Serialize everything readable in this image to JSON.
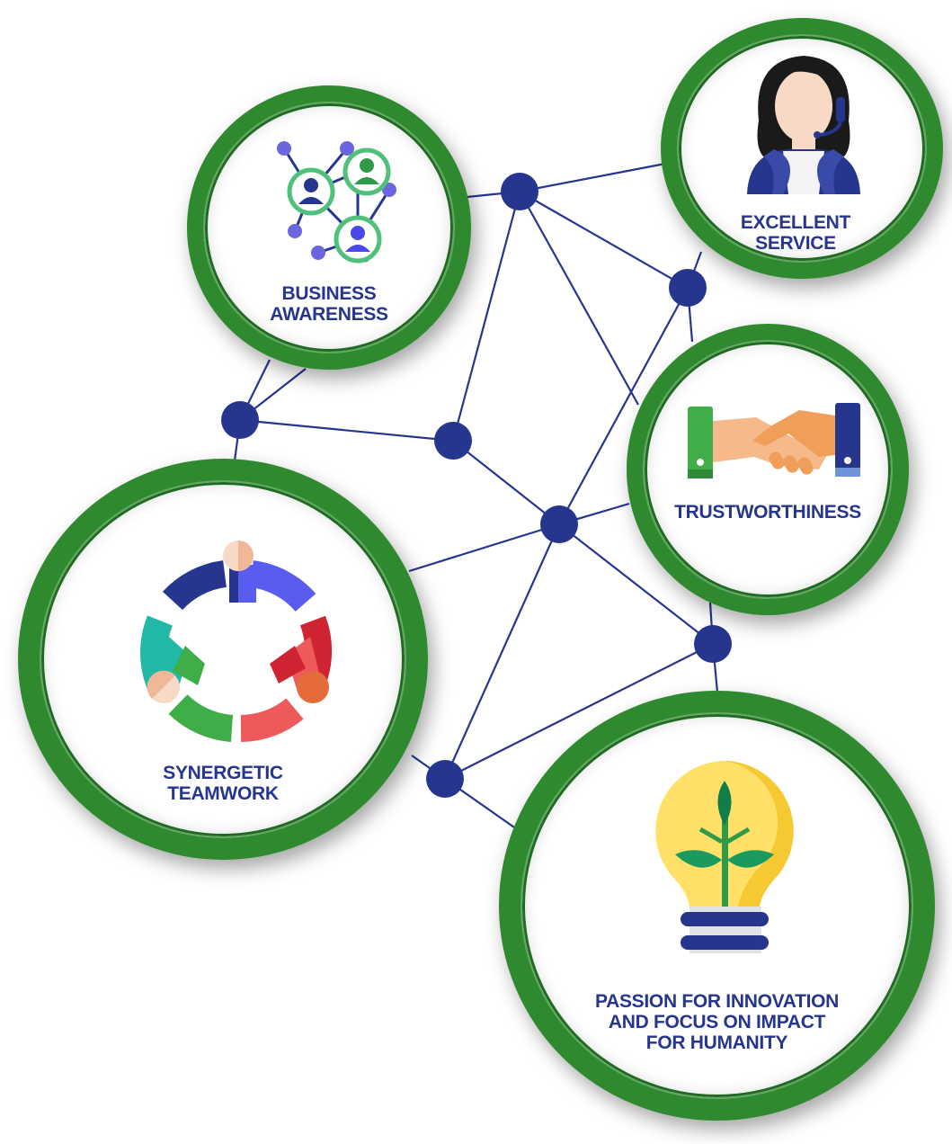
{
  "values": [
    {
      "id": "business-awareness",
      "label": "BUSINESS\nAWARENESS",
      "icon": "network-people-icon"
    },
    {
      "id": "excellent-service",
      "label": "EXCELLENT\nSERVICE",
      "icon": "support-agent-icon"
    },
    {
      "id": "trustworthiness",
      "label": "TRUSTWORTHINESS",
      "icon": "handshake-icon"
    },
    {
      "id": "synergetic-teamwork",
      "label": "SYNERGETIC\nTEAMWORK",
      "icon": "team-circle-icon"
    },
    {
      "id": "passion-for-innovation",
      "label": "PASSION FOR INNOVATION\nAND FOCUS ON IMPACT\nFOR HUMANITY",
      "icon": "lightbulb-plant-icon"
    }
  ],
  "colors": {
    "ring": "#2f8a2f",
    "ring_dark": "#1f6b22",
    "network": "#26368f",
    "label": "#26368f"
  }
}
